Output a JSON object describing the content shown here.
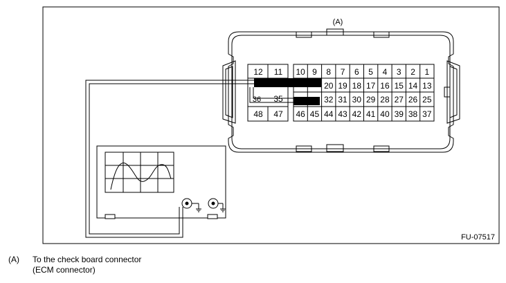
{
  "figure": {
    "callout_label": "(A)",
    "figure_code": "FU-07517"
  },
  "connector": {
    "block1_top": [
      "12",
      "11"
    ],
    "block1_bottom": [
      "48",
      "47"
    ],
    "block1_partial": "35",
    "block1_partial_left": "36",
    "block2_top": [
      "10",
      "9",
      "8",
      "7",
      "6",
      "5",
      "4",
      "3",
      "2",
      "1"
    ],
    "block2_mid1": [
      "20",
      "19",
      "18",
      "17",
      "16",
      "15",
      "14",
      "13"
    ],
    "block2_mid2": [
      "32",
      "31",
      "30",
      "29",
      "28",
      "27",
      "26",
      "25"
    ],
    "block2_bottom": [
      "46",
      "45",
      "44",
      "43",
      "42",
      "41",
      "40",
      "39",
      "38",
      "37"
    ]
  },
  "oscilloscope": {
    "probe_label": "oscilloscope-probe-input",
    "ground_label": "ground"
  },
  "legend": [
    {
      "key": "(A)",
      "text_line1": "To the check board connector",
      "text_line2": "(ECM connector)"
    }
  ],
  "colors": {
    "line": "#000000",
    "background": "#ffffff"
  }
}
